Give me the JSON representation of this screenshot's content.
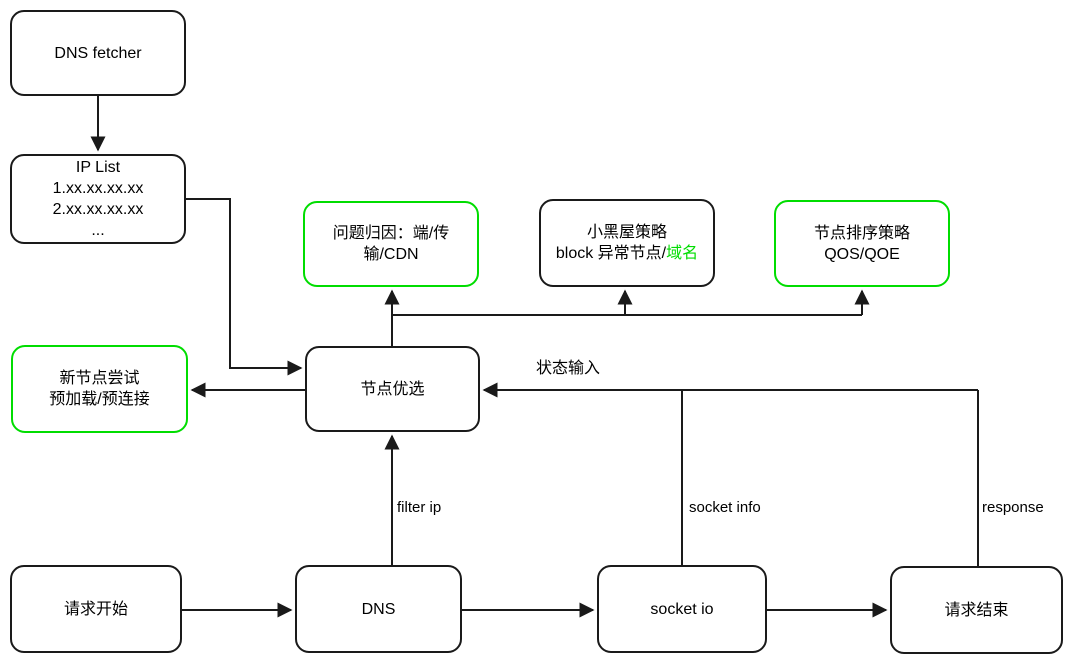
{
  "diagram": {
    "nodes": {
      "dns_fetcher": {
        "line1": "DNS fetcher"
      },
      "ip_list": {
        "line1": "IP List",
        "line2": "1.xx.xx.xx.xx",
        "line3": "2.xx.xx.xx.xx",
        "line4": "..."
      },
      "problem_attribution": {
        "line1": "问题归因：端/传",
        "line2": "输/CDN"
      },
      "blackroom": {
        "line1": "小黑屋策略",
        "line2_prefix": "block 异常节点/",
        "line2_highlight": "域名"
      },
      "node_sorting": {
        "line1": "节点排序策略",
        "line2": "QOS/QOE"
      },
      "new_node_try": {
        "line1": "新节点尝试",
        "line2": "预加载/预连接"
      },
      "node_selection": {
        "line1": "节点优选"
      },
      "request_start": {
        "line1": "请求开始"
      },
      "dns": {
        "line1": "DNS"
      },
      "socket_io": {
        "line1": "socket io"
      },
      "request_end": {
        "line1": "请求结束"
      }
    },
    "edge_labels": {
      "filter_ip": "filter ip",
      "socket_info": "socket info",
      "response": "response",
      "status_input": "状态输入"
    },
    "colors": {
      "highlight_green": "#00dd00",
      "line_black": "#1a1a1a",
      "background": "#ffffff"
    }
  }
}
